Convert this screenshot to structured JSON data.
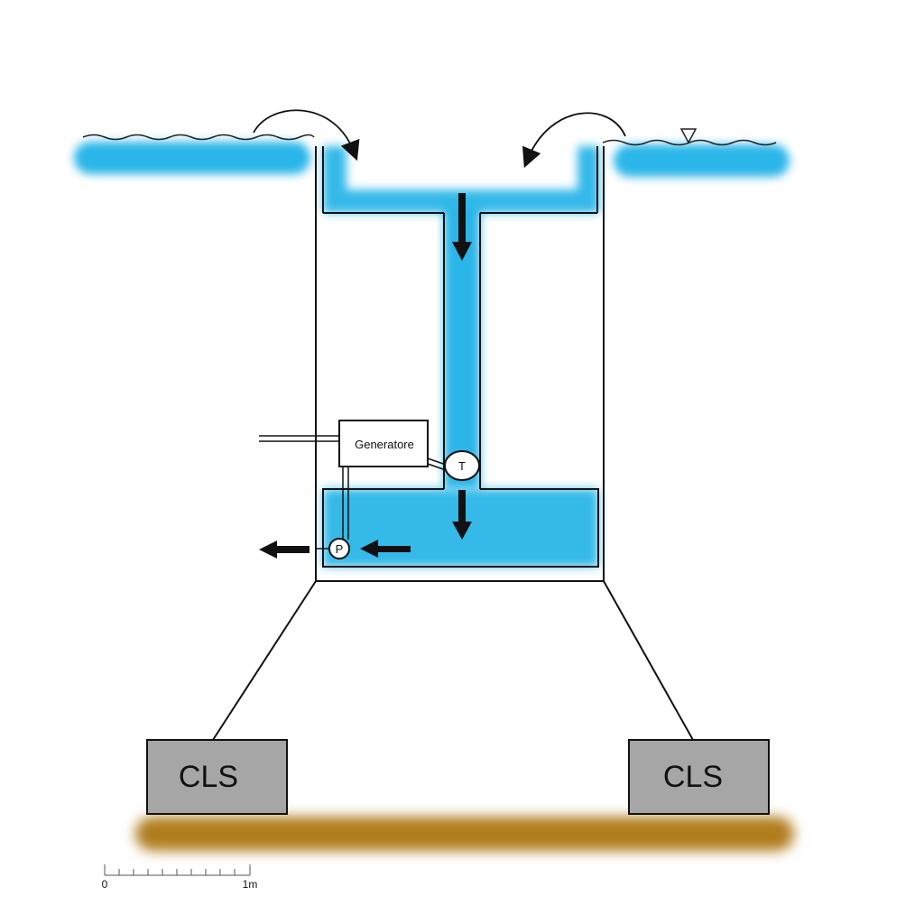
{
  "labels": {
    "generator": "Generatore",
    "turbine": "T",
    "pump": "P",
    "anchor_left": "CLS",
    "anchor_right": "CLS"
  },
  "scale_bar": {
    "start_label": "0",
    "end_label": "1m"
  },
  "colors": {
    "water": "#29b6e8",
    "seabed": "#b07d1e",
    "anchor_block": "#a6a6a6",
    "outline": "#111111"
  }
}
